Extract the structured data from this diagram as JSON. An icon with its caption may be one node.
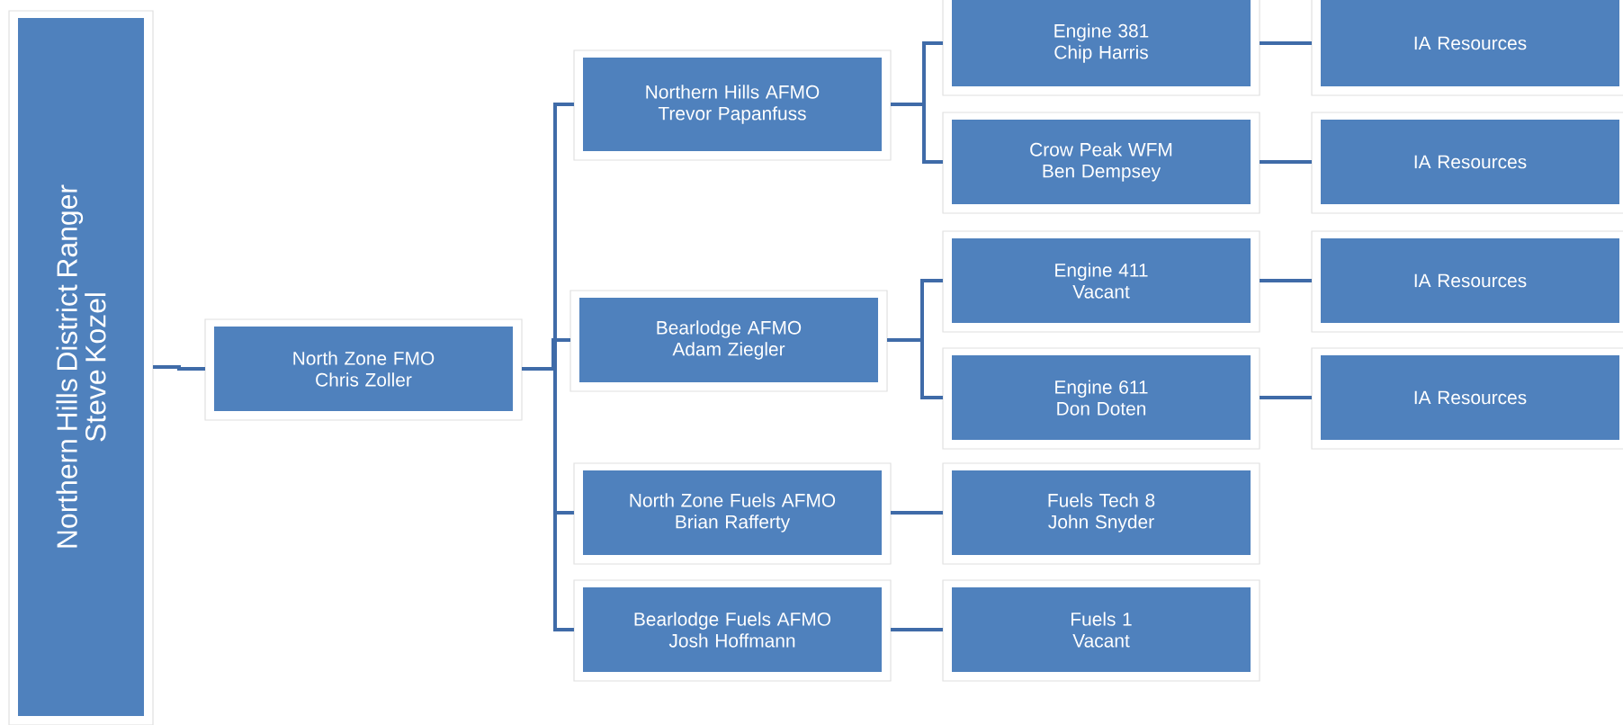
{
  "diagram": {
    "nodes": [
      {
        "text": [
          "Northern Hills District Ranger",
          "Steve Kozel"
        ]
      },
      {
        "text": [
          "North Zone FMO",
          "Chris Zoller"
        ]
      },
      {
        "text": [
          "Northern Hills AFMO",
          "Trevor Papanfuss"
        ]
      },
      {
        "text": [
          "Bearlodge AFMO",
          "Adam Ziegler"
        ]
      },
      {
        "text": [
          "North Zone Fuels AFMO",
          "Brian Rafferty"
        ]
      },
      {
        "text": [
          "Bearlodge Fuels AFMO",
          "Josh Hoffmann"
        ]
      },
      {
        "text": [
          "Engine 381",
          "Chip Harris"
        ]
      },
      {
        "text": [
          "Crow Peak WFM",
          "Ben Dempsey"
        ]
      },
      {
        "text": [
          "Engine 411",
          "Vacant"
        ]
      },
      {
        "text": [
          "Engine 611",
          "Don Doten"
        ]
      },
      {
        "text": [
          "Fuels Tech 8",
          "John Snyder"
        ]
      },
      {
        "text": [
          "Fuels  1",
          "Vacant"
        ]
      },
      {
        "text": [
          "IA Resources"
        ]
      },
      {
        "text": [
          "IA Resources"
        ]
      },
      {
        "text": [
          "IA Resources"
        ]
      },
      {
        "text": [
          "IA Resources"
        ]
      }
    ],
    "edges": [
      {
        "from": 0,
        "to": 1,
        "arrow": "none"
      },
      {
        "from": 1,
        "to": 2,
        "arrow": "none"
      },
      {
        "from": 1,
        "to": 3,
        "arrow": "none"
      },
      {
        "from": 1,
        "to": 4,
        "arrow": "none"
      },
      {
        "from": 1,
        "to": 5,
        "arrow": "none"
      },
      {
        "from": 2,
        "to": 6,
        "arrow": "none"
      },
      {
        "from": 2,
        "to": 7,
        "arrow": "none"
      },
      {
        "from": 3,
        "to": 8,
        "arrow": "none"
      },
      {
        "from": 3,
        "to": 9,
        "arrow": "none"
      },
      {
        "from": 4,
        "to": 10,
        "arrow": "none"
      },
      {
        "from": 5,
        "to": 11,
        "arrow": "none"
      },
      {
        "from": 6,
        "to": 12,
        "arrow": "none"
      },
      {
        "from": 7,
        "to": 13,
        "arrow": "none"
      },
      {
        "from": 8,
        "to": 14,
        "arrow": "none"
      },
      {
        "from": 9,
        "to": 15,
        "arrow": "none"
      }
    ]
  }
}
